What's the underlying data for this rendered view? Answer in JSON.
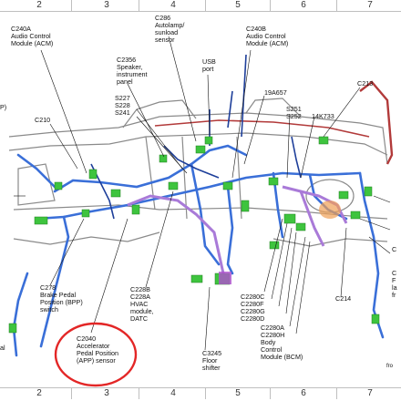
{
  "grid": {
    "top": [
      "2",
      "3",
      "4",
      "5",
      "6",
      "7"
    ],
    "bottom": [
      "2",
      "3",
      "4",
      "5",
      "6",
      "7"
    ]
  },
  "labels": {
    "c240a": "C240A\nAudio Control\nModule (ACM)",
    "c286": "C286\nAutolamp/\nsunload\nsensor",
    "usb": "USB\nport",
    "c240b": "C240B\nAudio Control\nModule (ACM)",
    "c2356": "C2356\nSpeaker,\ninstrument\npanel",
    "c227": "S227\nS228\nS241",
    "p19a657": "19A657",
    "c213": "C213",
    "s251": "S251\nS252",
    "k733": "14K733",
    "c210": "C210",
    "c278": "C278\nBrake Pedal\nPosition (BPP)\nswitch",
    "c228b": "C228B\nC228A\nHVAC\nmodule,\nDATC",
    "c2280c": "C2280C\nC2280F\nC2280G\nC2280D",
    "c214": "C214",
    "c2280a": "C2280A\nC2280H\nBody\nControl\nModule (BCM)",
    "c2040": "C2040\nAccelerator\nPedal Position\n(APP) sensor",
    "c3245": "C3245\nFloor\nshifter",
    "edge_l1": "P)",
    "edge_l2": "al",
    "edge_r1": "C",
    "edge_r2": "C\nF\nla\nfr",
    "edge_br": "fro"
  },
  "colors": {
    "highlight": "#e32626",
    "harness_blue": "#3a6fd8",
    "harness_dark": "#1e3f9a",
    "connector_green": "#3ec43e",
    "harness_purple": "#a97ad8",
    "harness_red": "#b23a3a",
    "panel_gray": "#8a8a8a"
  }
}
